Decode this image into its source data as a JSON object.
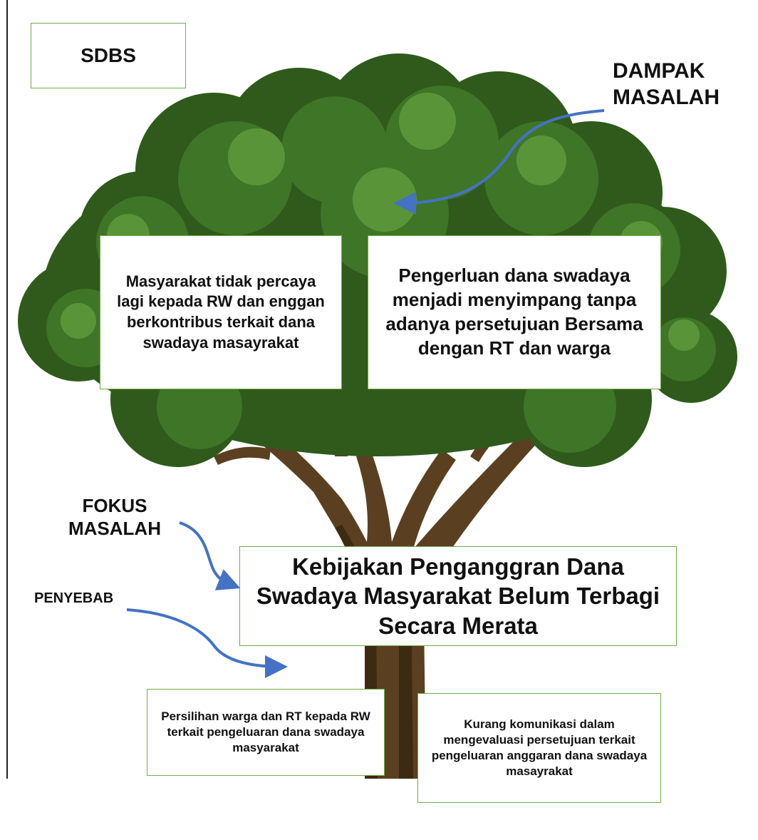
{
  "title": "SDBS",
  "labels": {
    "dampak": "DAMPAK\nMASALAH",
    "fokus": "FOKUS\nMASALAH",
    "penyebab": "PENYEBAB"
  },
  "boxes": {
    "dampak_1": "Masyarakat tidak percaya lagi kepada RW dan enggan berkontribus terkait dana swadaya masayrakat",
    "dampak_2": "Pengerluan dana swadaya menjadi menyimpang tanpa adanya persetujuan Bersama dengan RT dan warga",
    "fokus": "Kebijakan Penganggran Dana Swadaya Masyarakat Belum Terbagi Secara Merata",
    "penyebab_1": "Persilihan warga dan RT kepada RW terkait pengeluaran dana swadaya masyarakat",
    "penyebab_2": "Kurang komunikasi dalam mengevaluasi persetujuan terkait pengeluaran anggaran dana swadaya masayrakat"
  },
  "colors": {
    "box_border": "#70ad47",
    "arrow": "#4472c4",
    "foliage_dark": "#2f5a1c",
    "foliage_mid": "#3f7526",
    "foliage_light": "#5a9438",
    "trunk": "#5a4020",
    "trunk_dark": "#3d2a12"
  }
}
